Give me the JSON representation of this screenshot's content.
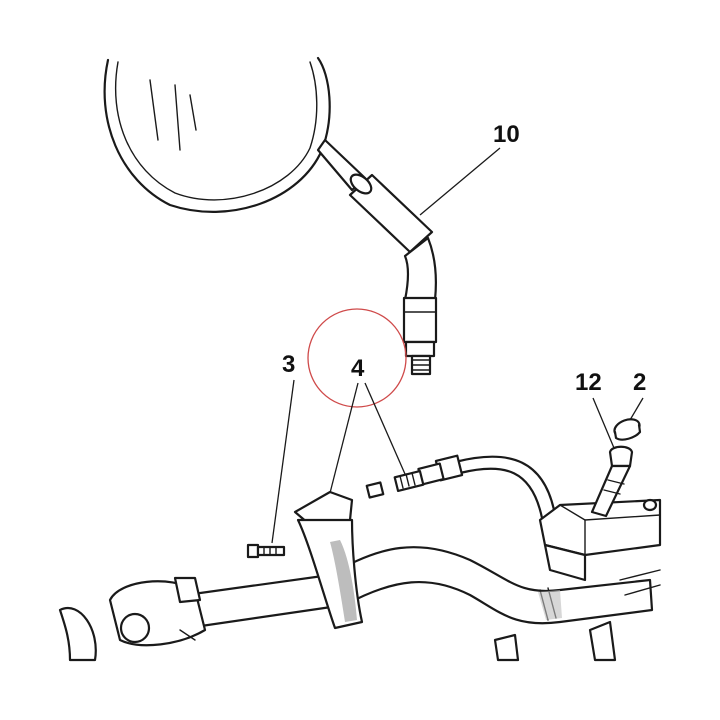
{
  "callouts": {
    "c10": "10",
    "c3": "3",
    "c4": "4",
    "c12": "12",
    "c2": "2"
  },
  "colors": {
    "ink": "#1a1a1a",
    "highlight_circle": "#cf4a4a",
    "shade": "#bdbdbd"
  },
  "icons": [
    "mirror",
    "mirror-stem",
    "handlebar",
    "throttle-cable",
    "bolt",
    "cap",
    "control-housing"
  ]
}
